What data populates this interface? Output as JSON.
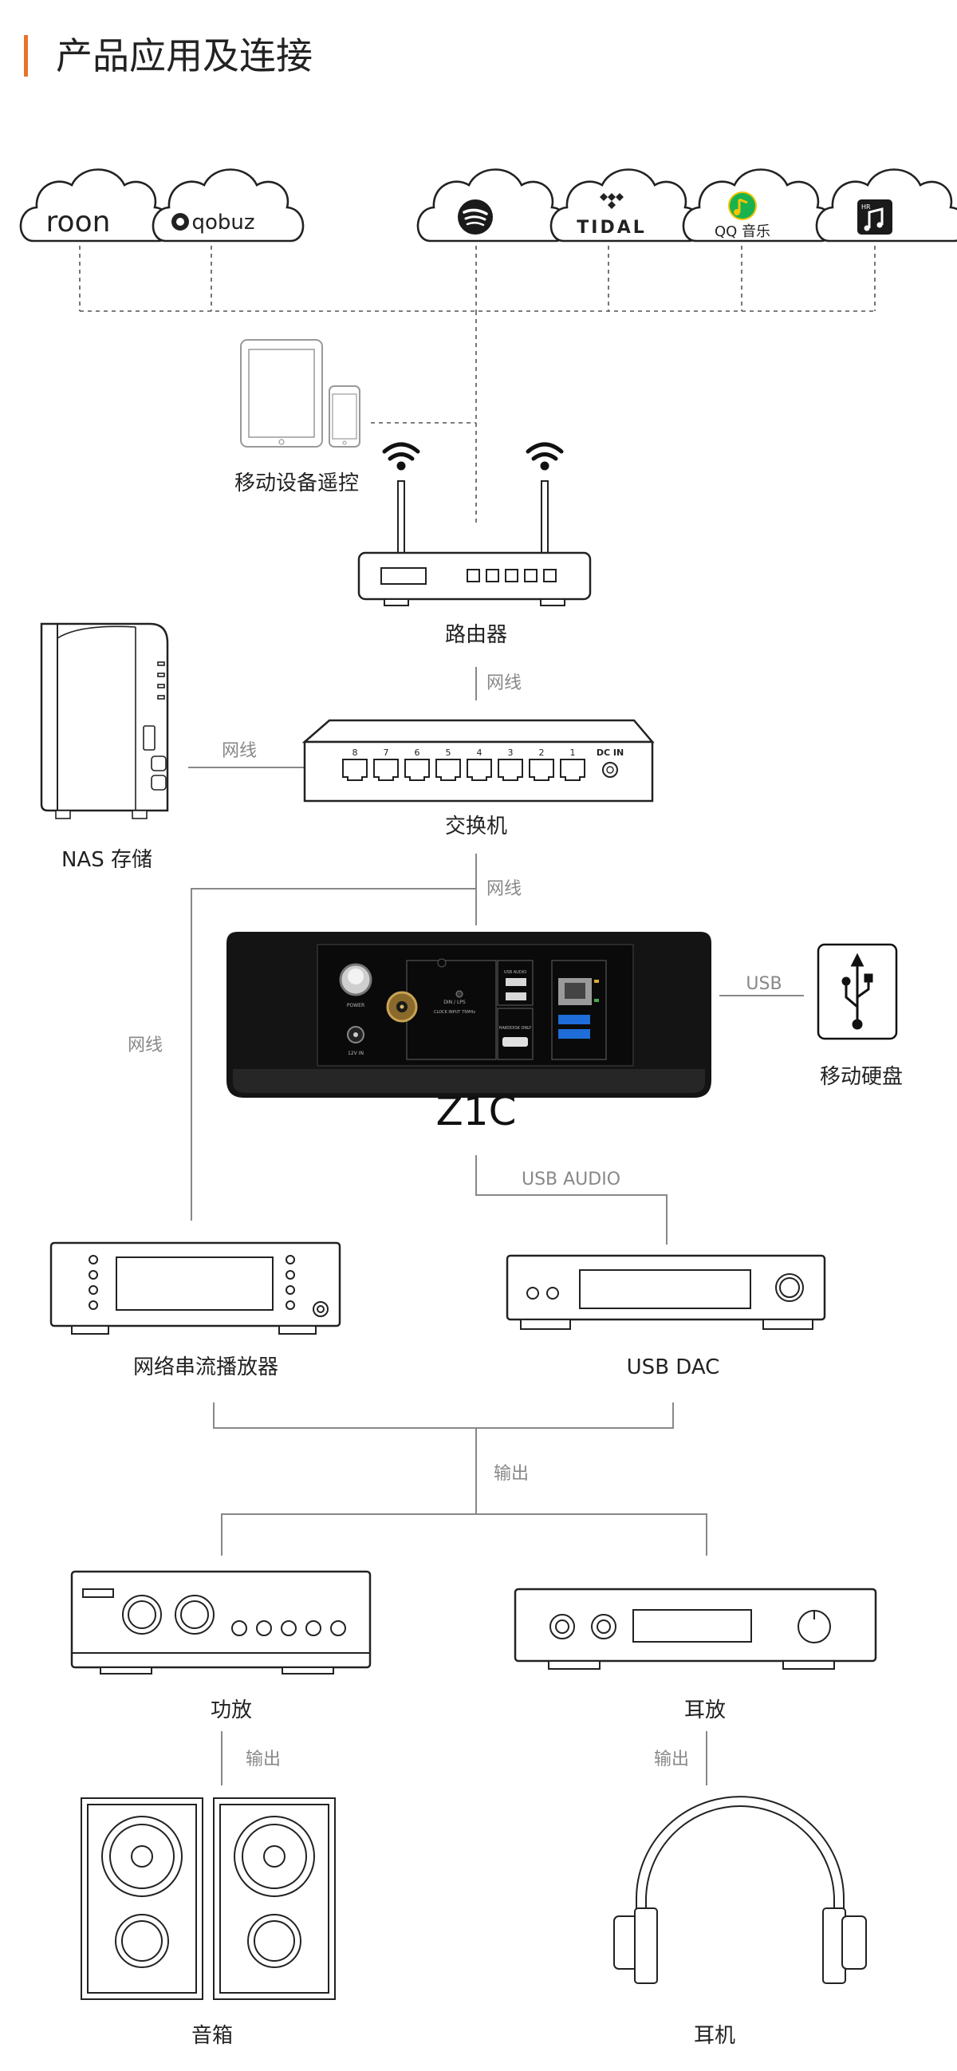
{
  "page": {
    "title": "产品应用及连接",
    "accent_color": "#e8732a"
  },
  "services": [
    {
      "name": "roon",
      "icon": "roon-logo"
    },
    {
      "name": "qobuz",
      "icon": "qobuz-logo"
    },
    {
      "name": "",
      "icon": "spotify-icon"
    },
    {
      "name": "TIDAL",
      "icon": "tidal-logo"
    },
    {
      "name": "QQ 音乐",
      "icon": "qq-music-icon"
    },
    {
      "name": "",
      "icon": "hifi-music-app-icon",
      "badge": "HR"
    }
  ],
  "devices": {
    "mobile": "移动设备遥控",
    "router": "路由器",
    "switch": "交换机",
    "nas": "NAS 存储",
    "usb_drive": "移动硬盘",
    "main_unit": "Z1C",
    "streamer": "网络串流播放器",
    "usb_dac": "USB DAC",
    "amplifier": "功放",
    "headphone_amp": "耳放",
    "speakers": "音箱",
    "headphones": "耳机"
  },
  "links": {
    "router_switch": "网线",
    "nas_switch": "网线",
    "switch_z1c": "网线",
    "streamer_lan": "网线",
    "z1c_usb_drive": "USB",
    "z1c_dac": "USB AUDIO",
    "to_amps": "输出",
    "amp_speakers": "输出",
    "hpamp_headphones": "输出"
  },
  "switch_panel": {
    "ports": [
      "8",
      "7",
      "6",
      "5",
      "4",
      "3",
      "2",
      "1"
    ],
    "dc_label": "DC IN"
  },
  "z1c_panel": {
    "power_label": "POWER",
    "dc_label": "12V IN",
    "clock_label": "CLOCK INPUT 75MHz",
    "dc_lps_label": "DIN / LPS",
    "usb_audio_label": "USB AUDIO",
    "hdmi_label": "HARDDISK ONLY"
  }
}
